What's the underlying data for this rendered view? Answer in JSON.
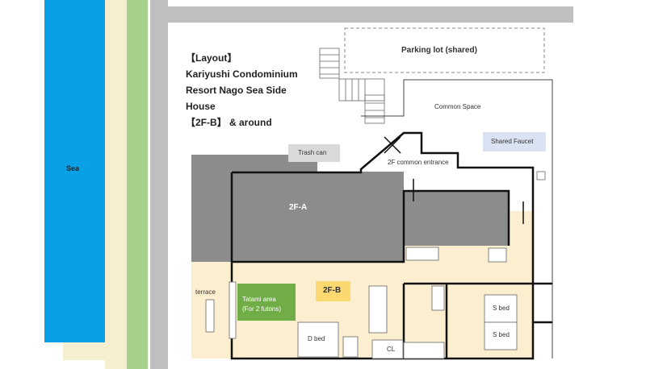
{
  "title": {
    "line1": "【Layout】",
    "line2": "Kariyushi Condominium",
    "line3": "Resort Nago Sea Side",
    "line4": "House",
    "line5": "【2F-B】 & around"
  },
  "labels": {
    "sea": "Sea",
    "parking": "Parking lot (shared)",
    "common_space": "Common Space",
    "shared_faucet": "Shared Faucet",
    "trash_can": "Trash can",
    "common_entrance": "2F common entrance",
    "unit_a": "2F-A",
    "unit_b": "2F-B",
    "terrace": "terrace",
    "tatami_line1": "Tatami area",
    "tatami_line2": "(For 2 futons)",
    "d_bed": "D bed",
    "s_bed_1": "S bed",
    "s_bed_2": "S bed",
    "closet": "CL"
  },
  "colors": {
    "sea": "#0aa0e6",
    "beach": "#f6efcf",
    "green": "#a8d08d",
    "road": "#bfbfbf",
    "unit_a": "#8c8c8c",
    "unit_b": "#fcefd0",
    "tatami": "#70ad47",
    "badge_b": "#fbd970",
    "faucet": "#dae3f3"
  }
}
